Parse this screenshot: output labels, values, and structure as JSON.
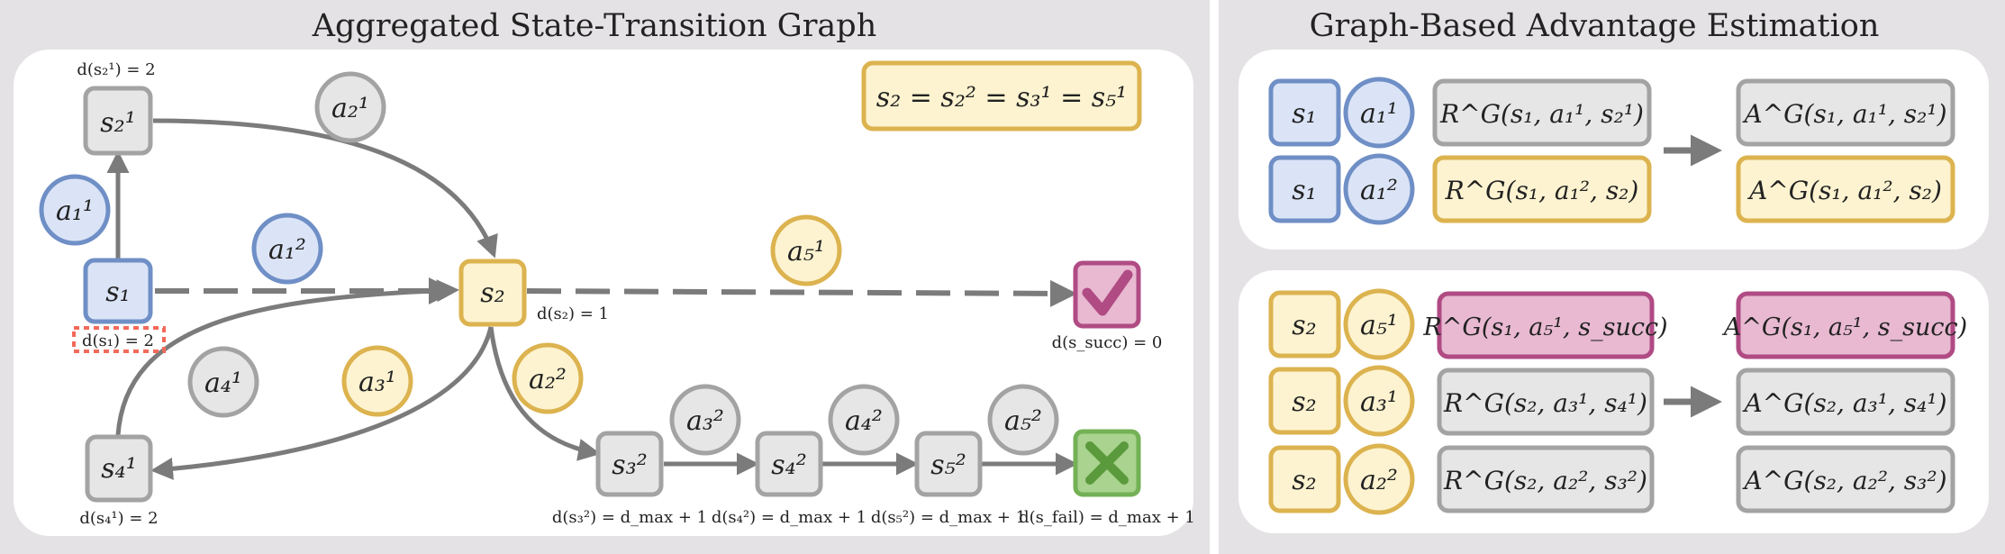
{
  "left_title": "Aggregated State-Transition Graph",
  "right_title": "Graph-Based Advantage Estimation",
  "legend": {
    "text": "s₂ = s₂² = s₃¹ = s₅¹"
  },
  "nodes": {
    "s1": "s₁",
    "s2": "s₂",
    "s21": "s₂¹",
    "s41": "s₄¹",
    "s32": "s₃²",
    "s42": "s₄²",
    "s52": "s₅²"
  },
  "actions": {
    "a11": "a₁¹",
    "a21": "a₂¹",
    "a12": "a₁²",
    "a51": "a₅¹",
    "a41": "a₄¹",
    "a31": "a₃¹",
    "a22": "a₂²",
    "a32": "a₃²",
    "a42": "a₄²",
    "a52": "a₅²"
  },
  "distances": {
    "d_s21": "d(s₂¹) = 2",
    "d_s1": "d(s₁) = 2",
    "d_s2": "d(s₂) = 1",
    "d_s41": "d(s₄¹) = 2",
    "d_succ": "d(s_succ) = 0",
    "d_s32": "d(s₃²) = d_max + 1",
    "d_s42": "d(s₄²) = d_max + 1",
    "d_s52": "d(s₅²) = d_max + 1",
    "d_fail": "d(s_fail) = d_max + 1"
  },
  "top_panel": {
    "rows": [
      {
        "state": "s₁",
        "action": "a₁¹",
        "reward": "R^G(s₁, a₁¹, s₂¹)",
        "advantage": "A^G(s₁, a₁¹, s₂¹)"
      },
      {
        "state": "s₁",
        "action": "a₁²",
        "reward": "R^G(s₁, a₁², s₂)",
        "advantage": "A^G(s₁, a₁², s₂)"
      }
    ]
  },
  "bottom_panel": {
    "rows": [
      {
        "state": "s₂",
        "action": "a₅¹",
        "reward": "R^G(s₁, a₅¹, s_succ)",
        "advantage": "A^G(s₁, a₅¹, s_succ)"
      },
      {
        "state": "s₂",
        "action": "a₃¹",
        "reward": "R^G(s₂, a₃¹, s₄¹)",
        "advantage": "A^G(s₂, a₃¹, s₄¹)"
      },
      {
        "state": "s₂",
        "action": "a₂²",
        "reward": "R^G(s₂, a₂², s₃²)",
        "advantage": "A^G(s₂, a₂², s₃²)"
      }
    ]
  },
  "colors": {
    "blue_fill": "#dbe4f7",
    "blue_stroke": "#6f8fc6",
    "gray_fill": "#e6e6e6",
    "gray_stroke": "#a3a3a3",
    "yellow_fill": "#fdf3d0",
    "yellow_stroke": "#dcb34f",
    "pink_fill": "#e8b9d1",
    "pink_stroke": "#b04b84",
    "green_fill": "#a9d38f",
    "green_stroke": "#74b156",
    "edge": "#7b7b7b"
  }
}
